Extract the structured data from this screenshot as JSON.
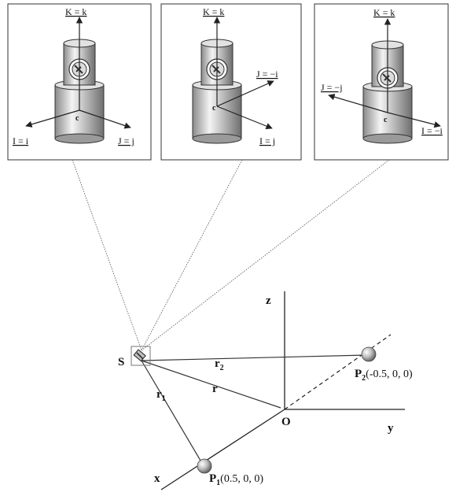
{
  "panels": [
    {
      "vertical": "K = k",
      "left": "I = i",
      "right": "J = j",
      "center": "c"
    },
    {
      "vertical": "K = k",
      "upper_right": "J = −i",
      "lower_right": "I = j",
      "center": "c"
    },
    {
      "vertical": "K = k",
      "upper_left": "J = −j",
      "lower_right": "I = −i",
      "center": "c"
    }
  ],
  "scene": {
    "satellite_label": "S",
    "origin_label": "O",
    "axis_x": "x",
    "axis_y": "y",
    "axis_z": "z",
    "r1": "r",
    "r1_sub": "1",
    "r2": "r",
    "r2_sub": "2",
    "r": "r",
    "p1_main": "P",
    "p1_sub": "1",
    "p1_coords": "(0.5, 0, 0)",
    "p2_main": "P",
    "p2_sub": "2",
    "p2_coords": "(-0.5, 0, 0)"
  }
}
